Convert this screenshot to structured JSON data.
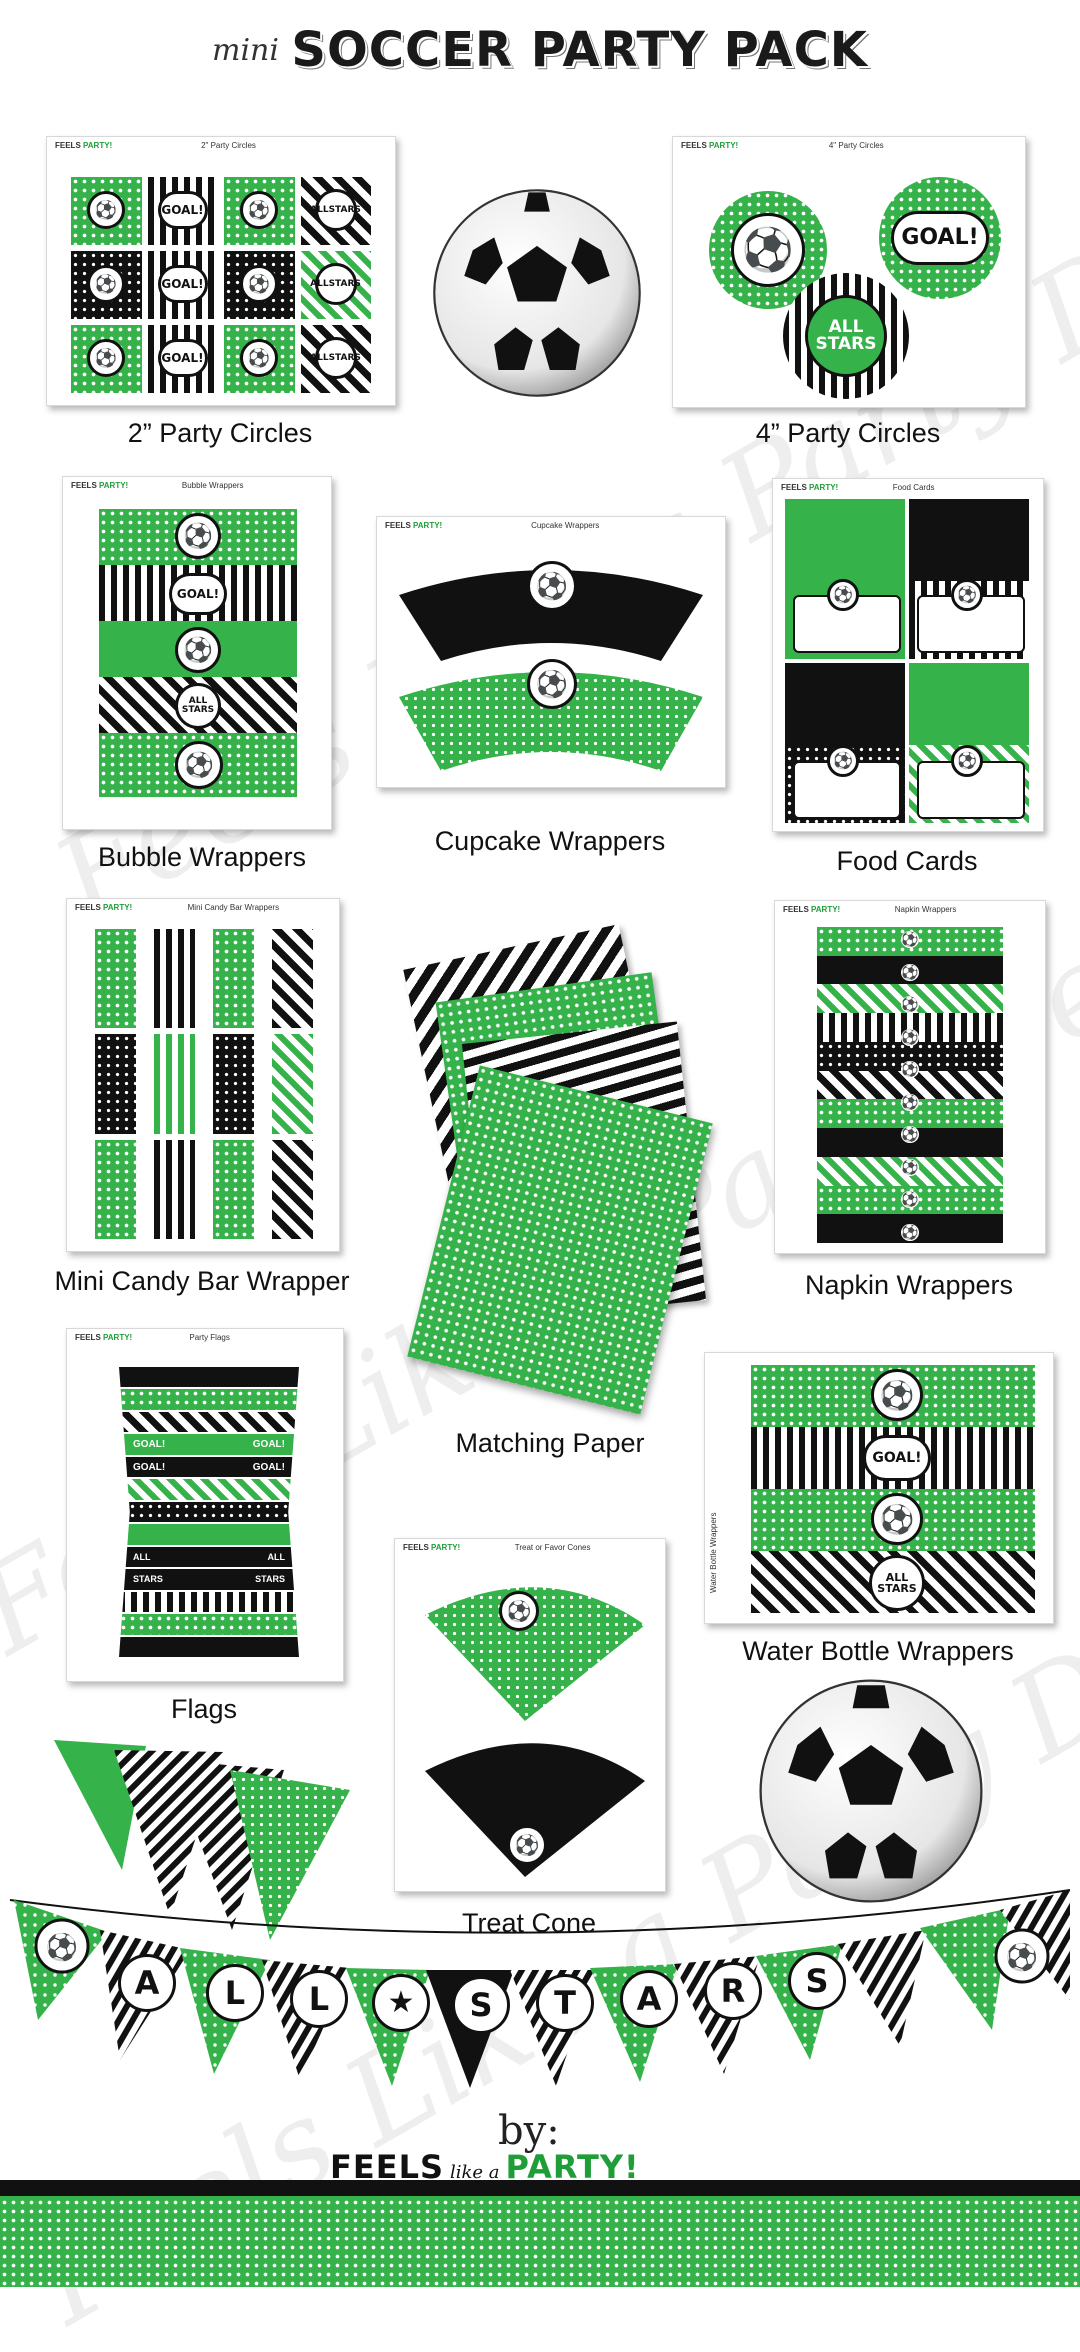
{
  "title": {
    "mini": "mini",
    "main": "SOCCER PARTY PACK"
  },
  "sheet_brand": {
    "a": "FEELS",
    "b": "PARTY!"
  },
  "sheets": {
    "party_circles_2": "2\" Party Circles",
    "party_circles_4": "4\" Party Circles",
    "bubble": "Bubble Wrappers",
    "cupcake": "Cupcake Wrappers",
    "food": "Food Cards",
    "candy": "Mini Candy Bar Wrappers",
    "napkin": "Napkin Wrappers",
    "flags": "Party Flags",
    "cones": "Treat or Favor Cones",
    "water": "Water Bottle Wrappers"
  },
  "badge_text": {
    "goal": "GOAL!",
    "all": "ALL",
    "stars": "STARS"
  },
  "captions": {
    "party_circles_2": "2” Party Circles",
    "party_circles_4": "4” Party Circles",
    "bubble": "Bubble Wrappers",
    "cupcake": "Cupcake Wrappers",
    "food": "Food Cards",
    "candy": "Mini Candy Bar Wrapper",
    "paper": "Matching Paper",
    "napkin": "Napkin Wrappers",
    "flags": "Flags",
    "water": "Water Bottle Wrappers",
    "cone": "Treat Cone"
  },
  "banner_letters": [
    "A",
    "L",
    "L",
    "★",
    "S",
    "T",
    "A",
    "R",
    "S"
  ],
  "by_line": "by:",
  "footer_brand": {
    "feels": "FEELS",
    "like": "like a",
    "party": "PARTY!"
  },
  "colors": {
    "green": "#35b24a",
    "black": "#111111"
  }
}
